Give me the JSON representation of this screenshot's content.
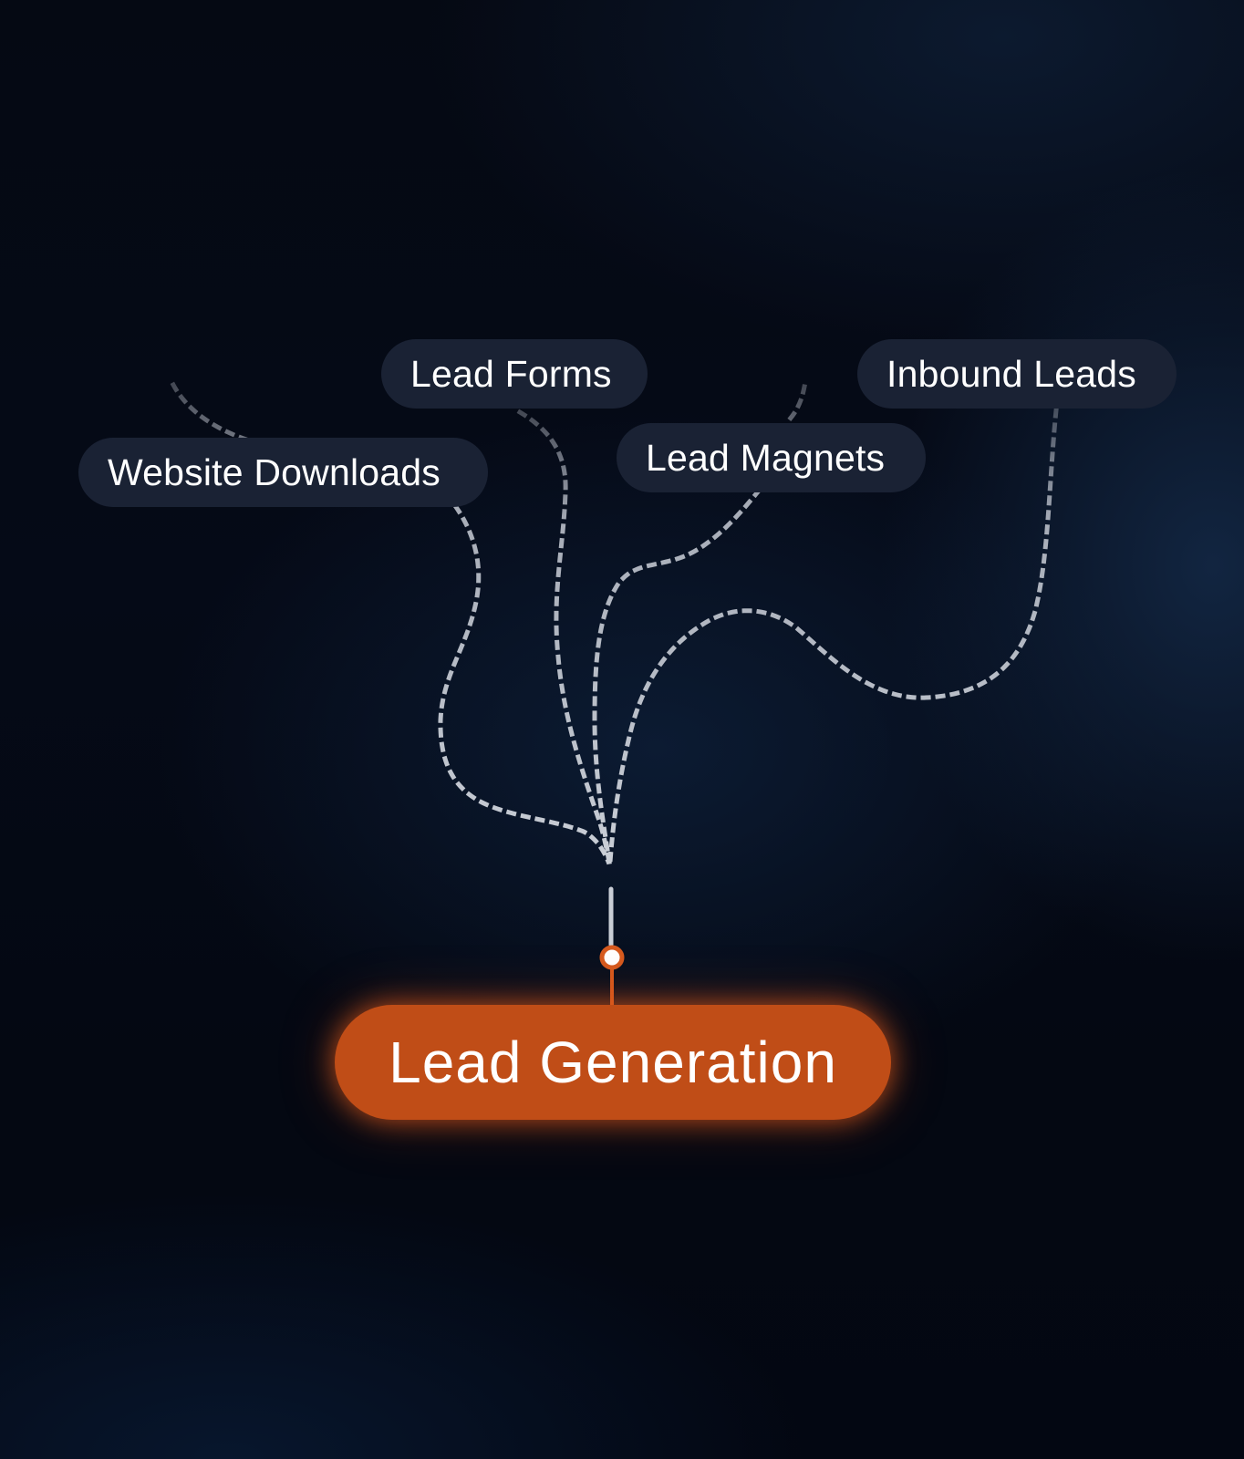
{
  "sources": [
    {
      "label": "Website Downloads"
    },
    {
      "label": "Lead Forms"
    },
    {
      "label": "Lead Magnets"
    },
    {
      "label": "Inbound Leads"
    }
  ],
  "target": {
    "label": "Lead Generation"
  },
  "colors": {
    "background": "#050a17",
    "source_pill": "#1a2234",
    "target_pill": "#c04d17",
    "connector": "#b9bec8",
    "accent": "#d65a1e"
  }
}
